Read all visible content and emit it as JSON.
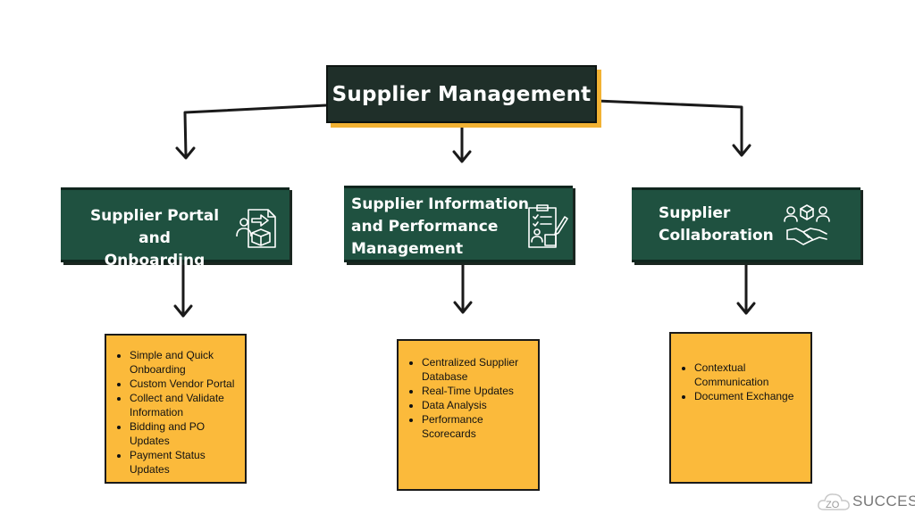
{
  "root": {
    "title": "Supplier Management"
  },
  "categories": [
    {
      "title_lines": [
        "Supplier Portal",
        "and Onboarding"
      ],
      "icon": "document-arrow-user-icon",
      "items": [
        "Simple and Quick Onboarding",
        "Custom Vendor Portal",
        "Collect and Validate Information",
        "Bidding and PO Updates",
        "Payment Status Updates"
      ]
    },
    {
      "title_lines": [
        "Supplier Information",
        "and Performance",
        "Management"
      ],
      "icon": "clipboard-checklist-icon",
      "items": [
        "Centralized Supplier Database",
        "Real-Time Updates",
        "Data Analysis",
        "Performance Scorecards"
      ]
    },
    {
      "title_lines": [
        "Supplier",
        "Collaboration"
      ],
      "icon": "handshake-users-icon",
      "items": [
        "Contextual Communication",
        "Document Exchange"
      ]
    }
  ],
  "brand": {
    "mark": "ZO",
    "text": "SUCCESS"
  },
  "colors": {
    "root_fill": "#1f2f29",
    "category_fill": "#1f5140",
    "accent": "#f2b233",
    "note_fill": "#fbba3b"
  }
}
